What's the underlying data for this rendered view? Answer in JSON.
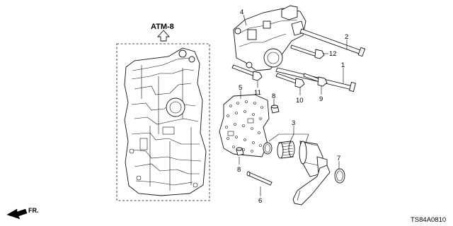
{
  "callouts": [
    {
      "id": "label-4",
      "text": "4"
    },
    {
      "id": "label-2",
      "text": "2"
    },
    {
      "id": "label-12",
      "text": "12"
    },
    {
      "id": "label-1",
      "text": "1"
    },
    {
      "id": "label-5",
      "text": "5"
    },
    {
      "id": "label-11",
      "text": "11"
    },
    {
      "id": "label-8a",
      "text": "8"
    },
    {
      "id": "label-10",
      "text": "10"
    },
    {
      "id": "label-9",
      "text": "9"
    },
    {
      "id": "label-3",
      "text": "3"
    },
    {
      "id": "label-7",
      "text": "7"
    },
    {
      "id": "label-8b",
      "text": "8"
    },
    {
      "id": "label-6",
      "text": "6"
    }
  ],
  "reference": {
    "text": "ATM-8"
  },
  "direction": {
    "text": "FR."
  },
  "diagram_code": {
    "text": "TS84A0810"
  }
}
